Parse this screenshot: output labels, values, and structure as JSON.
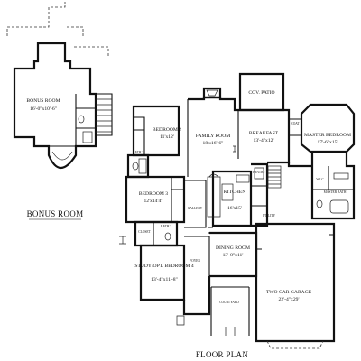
{
  "titles": {
    "bonus_room": "BONUS ROOM",
    "floor_plan": "FLOOR PLAN"
  },
  "rooms": {
    "bonus": {
      "name": "BONUS ROOM",
      "dims": "16'-0\"x10'-6\""
    },
    "bedroom2": {
      "name": "BEDROOM 2",
      "dims": "11'x12'"
    },
    "family": {
      "name": "FAMILY ROOM",
      "dims": "18'x16'-6\""
    },
    "breakfast": {
      "name": "BREAKFAST",
      "dims": "13'-4\"x12'"
    },
    "master": {
      "name": "MASTER BEDROOM",
      "dims": "17'-6\"x15'"
    },
    "patio": {
      "name": "COV. PATIO"
    },
    "bedroom3": {
      "name": "BEDROOM 3",
      "dims": "12'x14'4\""
    },
    "kitchen": {
      "name": "KITCHEN",
      "dims": "16'x15'"
    },
    "dining": {
      "name": "DINING ROOM",
      "dims": "13'-8\"x11'"
    },
    "study": {
      "name": "STUDY/OPT. BEDROOM 4",
      "dims": "13'-4\"x11'-8\""
    },
    "garage": {
      "name": "TWO CAR GARAGE",
      "dims": "22'-4\"x29'"
    }
  },
  "small_labels": {
    "gallery": "GALLERY",
    "foyer": "FOYER",
    "courtyard": "COURTYARD",
    "utility": "UTILITY",
    "pantry": "PANTRY",
    "wic": "W.I.C.",
    "master_bath": "MASTER BATH",
    "bath2": "BATH 2",
    "bath3": "BATH 3",
    "closet": "CLOSET",
    "coat": "COAT"
  }
}
